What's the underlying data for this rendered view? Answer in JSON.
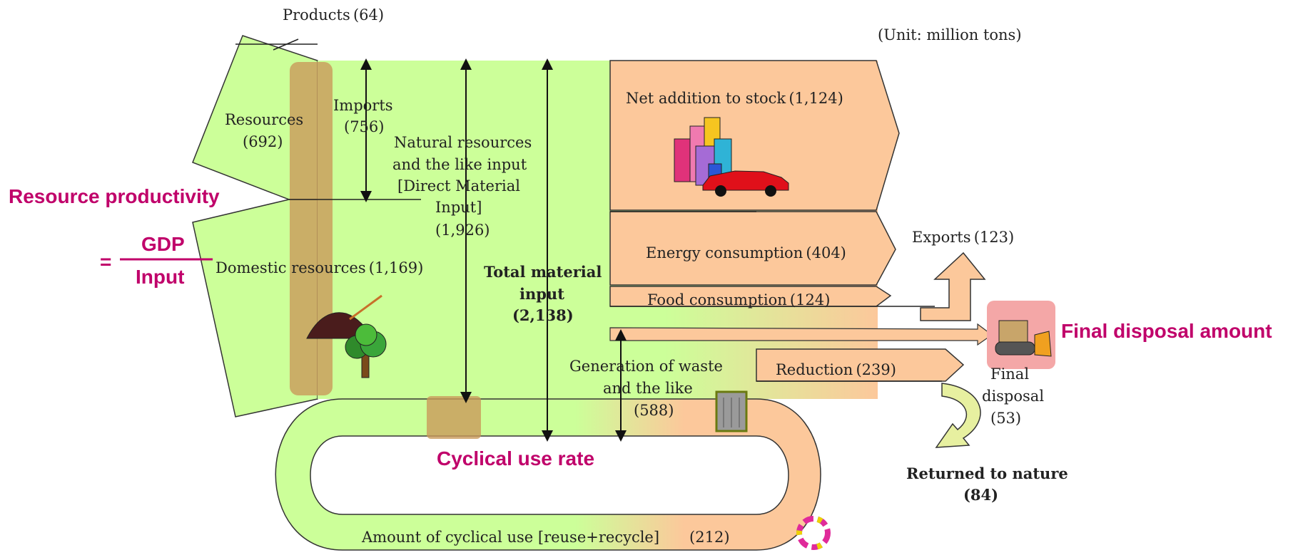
{
  "unit": "(Unit: million tons)",
  "colors": {
    "green": "#ccff99",
    "peach": "#fcc89b",
    "band": "#d4a56a",
    "highlight": "#c0006a",
    "outline": "#333333",
    "disposal_box": "#f4a7a7"
  },
  "labels": {
    "products": "Products (64)",
    "resources": "Resources",
    "resources_value": "(692)",
    "imports": "Imports",
    "imports_value": "(756)",
    "natural_resources": [
      "Natural resources",
      "and the like input",
      "[Direct Material",
      "Input]",
      "(1,926)"
    ],
    "domestic_resources": "Domestic resources (1,169)",
    "total_material_input": [
      "Total material",
      "input",
      "(2,138)"
    ],
    "net_addition": "Net addition to stock (1,124)",
    "energy_consumption": "Energy consumption (404)",
    "food_consumption": "Food consumption (124)",
    "exports": "Exports (123)",
    "waste_generation": [
      "Generation of waste",
      "and the like",
      "(588)"
    ],
    "reduction": "Reduction (239)",
    "final_disposal": [
      "Final",
      "disposal",
      "(53)"
    ],
    "returned_to_nature": [
      "Returned to nature",
      "(84)"
    ],
    "cyclical_use": "Amount of cyclical use [reuse+recycle]  (212)"
  },
  "highlights": {
    "resource_productivity": "Resource productivity",
    "equals": "=",
    "gdp": "GDP",
    "input": "Input",
    "cyclical_use_rate": "Cyclical use rate",
    "final_disposal_amount": "Final disposal amount"
  },
  "icons": [
    "buildings-icon",
    "sports-car-icon",
    "soil-pile-icon",
    "tree-icon",
    "trash-can-icon",
    "recycle-icon",
    "bulldozer-icon"
  ]
}
